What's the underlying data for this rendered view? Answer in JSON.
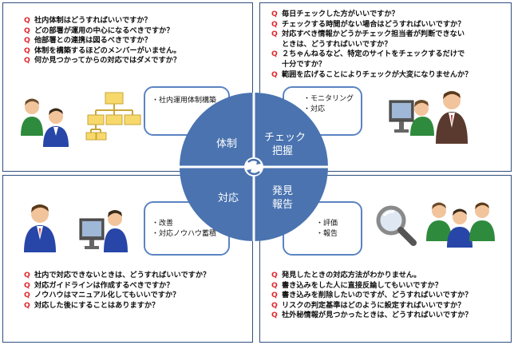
{
  "quadrants": {
    "top_left": {
      "label": "体制",
      "questions": [
        "社内体制はどうすればいいですか？",
        "どの部署が運用の中心になるべきですか？",
        "他部署との連携は図るべきですか？",
        "体制を構築するほどのメンバーがいません。",
        "何か見つかってからの対応ではダメですか？"
      ],
      "box_items": [
        "・社内運用体制構築"
      ]
    },
    "top_right": {
      "label_line1": "チェック",
      "label_line2": "把握",
      "questions": [
        "毎日チェックした方がいいですか？",
        "チェックする時間がない場合はどうすればいいですか？",
        "対応すべき情報かどうかチェック担当者が判断できない\nときは、どうすればいいですか？",
        "２ちゃんねるなど、特定のサイトをチェックするだけで\n十分ですか？",
        "範囲を広げることによりチェックが大変になりませんか？"
      ],
      "box_items": [
        "・モニタリング",
        "・対応"
      ]
    },
    "bottom_left": {
      "label": "対応",
      "questions": [
        "社内で対応できないときは、どうすればいいですか？",
        "対応ガイドラインは作成するべきですか？",
        "ノウハウはマニュアル化してもいいですか？",
        "対応した後にすることはありますか？"
      ],
      "box_items": [
        "・改善",
        "・対応ノウハウ蓄積"
      ]
    },
    "bottom_right": {
      "label_line1": "発見",
      "label_line2": "報告",
      "questions": [
        "発見したときの対応方法がわかりません。",
        "書き込みをした人に直接反論してもいいですか？",
        "書き込みを削除したいのですが、どうすればいいですか？",
        "リスクの判定基準はどのように設定すればいいですか？",
        "社外秘情報が見つかったときは、どうすればいいですか？"
      ],
      "box_items": [
        "・評価",
        "・報告"
      ]
    }
  },
  "q_marker": "Q",
  "colors": {
    "circle": "#4a73b0",
    "q_marker": "#e0282e",
    "panel_border": "#2f4f7f",
    "box_border": "#5a84c2"
  },
  "icons": [
    "people-icon",
    "org-chart-icon",
    "computer-user-icon",
    "magnifier-icon",
    "refresh-arrows-icon"
  ]
}
